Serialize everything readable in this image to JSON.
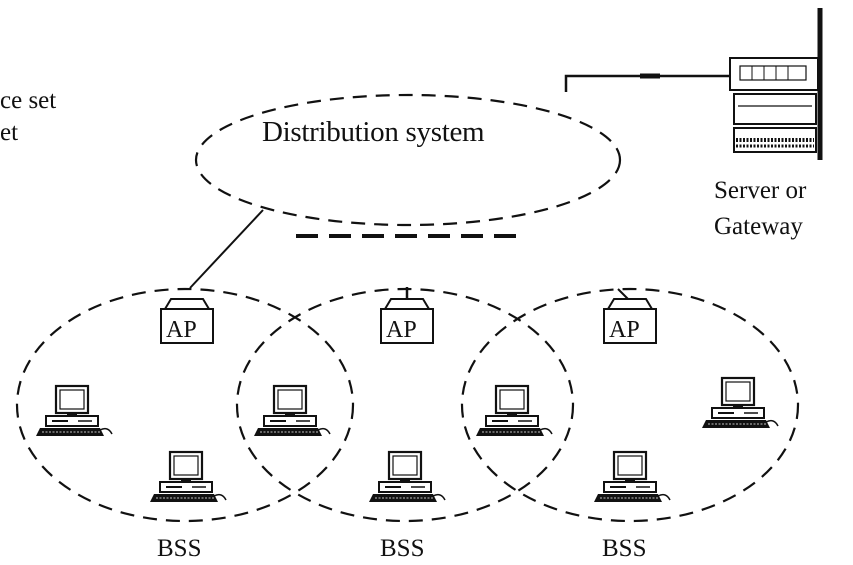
{
  "legend": {
    "line1": "ce set",
    "line2": "et"
  },
  "distribution_system": {
    "label": "Distribution system"
  },
  "server": {
    "line1": "Server or",
    "line2": "Gateway"
  },
  "bss": [
    {
      "label": "BSS",
      "ap_label": "AP"
    },
    {
      "label": "BSS",
      "ap_label": "AP"
    },
    {
      "label": "BSS",
      "ap_label": "AP"
    }
  ]
}
